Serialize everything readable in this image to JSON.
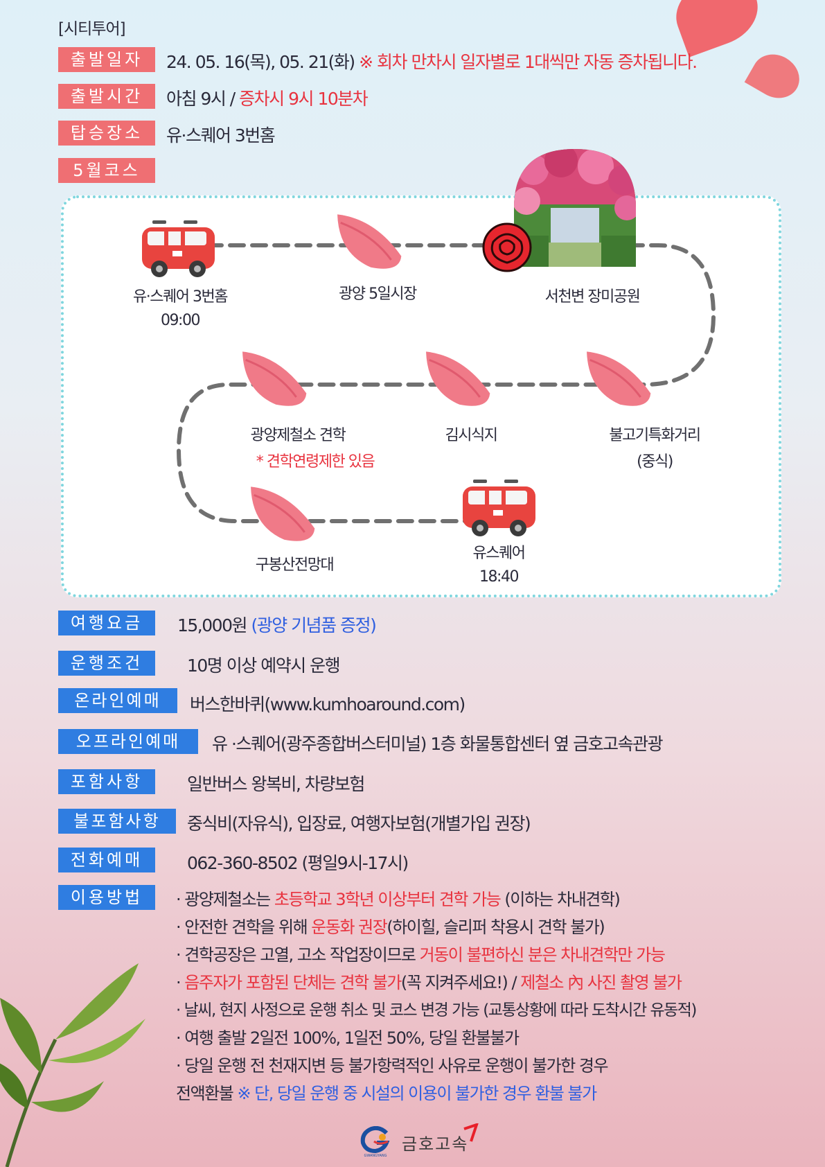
{
  "header_tag": "[시티투어]",
  "info": {
    "departure_date": {
      "label": "출발일자",
      "value": "24. 05. 16(목), 05. 21(화)",
      "note": "※ 회차 만차시 일자별로 1대씩만 자동 증차됩니다."
    },
    "departure_time": {
      "label": "출발시간",
      "value": "아침 9시  / ",
      "note": "증차시 9시 10분차"
    },
    "boarding": {
      "label": "탑승장소",
      "value": "유·스퀘어 3번홈"
    },
    "course": {
      "label": "5월코스"
    }
  },
  "course_stops": {
    "start": {
      "name": "유·스퀘어 3번홈",
      "time": "09:00"
    },
    "market": {
      "name": "광양 5일시장"
    },
    "rose_park": {
      "name": "서천변 장미공원"
    },
    "bulgogi": {
      "name": "불고기특화거리",
      "sub": "(중식)"
    },
    "kim_si": {
      "name": "김시식지"
    },
    "steel": {
      "name": "광양제철소 견학",
      "sub": "* 견학연령제한 있음"
    },
    "gubong": {
      "name": "구봉산전망대"
    },
    "end": {
      "name": "유스퀘어",
      "time": "18:40"
    }
  },
  "details": {
    "fare": {
      "label": "여행요금",
      "value": "15,000원 ",
      "note": "(광양 기념품 증정)"
    },
    "condition": {
      "label": "운행조건",
      "value": "10명 이상 예약시 운행"
    },
    "online": {
      "label": "온라인예매",
      "value": "버스한바퀴(www.kumhoaround.com)"
    },
    "offline": {
      "label": "오프라인예매",
      "value": "유 ·스퀘어(광주종합버스터미널) 1층 화물통합센터 옆 금호고속관광"
    },
    "included": {
      "label": "포함사항",
      "value": "일반버스 왕복비, 차량보험"
    },
    "excluded": {
      "label": "불포함사항",
      "value": "중식비(자유식), 입장료, 여행자보험(개별가입 권장)"
    },
    "phone": {
      "label": "전화예매",
      "value": "062-360-8502 (평일9시-17시)"
    },
    "usage": {
      "label": "이용방법"
    }
  },
  "usage_lines": {
    "l1a": "· 광양제철소는 ",
    "l1b": "초등학교 3학년 이상부터 견학 가능",
    "l1c": " (이하는 차내견학)",
    "l2a": "· 안전한 견학을 위해 ",
    "l2b": "운동화 권장",
    "l2c": "(하이힐, 슬리퍼 착용시 견학 불가)",
    "l3a": "· 견학공장은 고열, 고소 작업장이므로 ",
    "l3b": "거동이 불편하신 분은 차내견학만 가능",
    "l4a": "· ",
    "l4b": "음주자가 포함된 단체는 견학 불가",
    "l4c": "(꼭 지켜주세요!) / ",
    "l4d": "제철소 內 사진 촬영 불가",
    "l5": "· 날씨, 현지 사정으로 운행 취소 및 코스 변경 가능 (교통상황에 따라 도착시간 유동적)",
    "l6": "· 여행 출발 2일전 100%, 1일전 50%, 당일 환불불가",
    "l7": "· 당일 운행 전 천재지변 등 불가항력적인 사유로 운행이 불가한 경우",
    "l8a": "  전액환불 ",
    "l8b": "※ 단, 당일 운행 중 시설의 이용이 불가한 경우 환불 불가"
  },
  "footer": {
    "brand": "금호고속",
    "logo_small": "GWANGYANG"
  },
  "colors": {
    "pink_label": "#ef6f73",
    "blue_label": "#2f7de1",
    "route_dash": "#707070",
    "bus_red": "#e8443f"
  }
}
